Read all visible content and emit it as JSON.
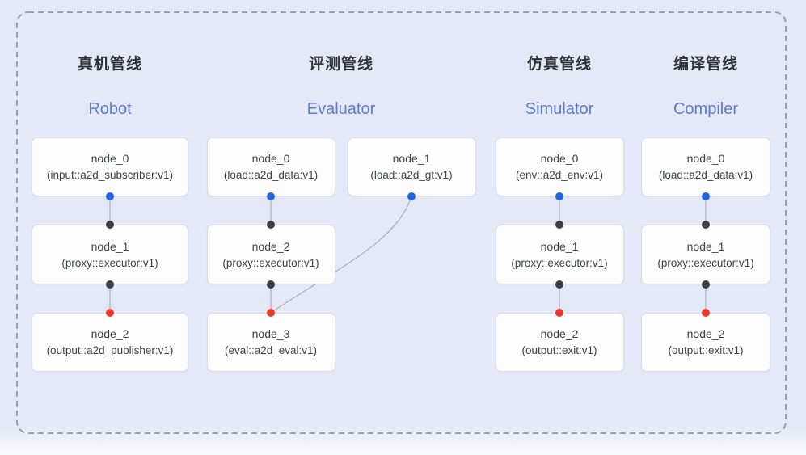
{
  "diagram": {
    "pipelines": [
      {
        "title_zh": "真机管线",
        "title_en": "Robot",
        "nodes": [
          {
            "name": "node_0",
            "type": "(input::a2d_subscriber:v1)",
            "col": 0,
            "row": 0
          },
          {
            "name": "node_1",
            "type": "(proxy::executor:v1)",
            "col": 0,
            "row": 1
          },
          {
            "name": "node_2",
            "type": "(output::a2d_publisher:v1)",
            "col": 0,
            "row": 2
          }
        ],
        "edges": [
          {
            "from": 0,
            "to": 1
          },
          {
            "from": 1,
            "to": 2
          }
        ]
      },
      {
        "title_zh": "评测管线",
        "title_en": "Evaluator",
        "nodes": [
          {
            "name": "node_0",
            "type": "(load::a2d_data:v1)",
            "col": 0,
            "row": 0
          },
          {
            "name": "node_1",
            "type": "(load::a2d_gt:v1)",
            "col": 1,
            "row": 0
          },
          {
            "name": "node_2",
            "type": "(proxy::executor:v1)",
            "col": 0,
            "row": 1
          },
          {
            "name": "node_3",
            "type": "(eval::a2d_eval:v1)",
            "col": 0,
            "row": 2
          }
        ],
        "edges": [
          {
            "from": 0,
            "to": 2
          },
          {
            "from": 2,
            "to": 3
          },
          {
            "from": 1,
            "to": 3,
            "curve": true
          }
        ]
      },
      {
        "title_zh": "仿真管线",
        "title_en": "Simulator",
        "nodes": [
          {
            "name": "node_0",
            "type": "(env::a2d_env:v1)",
            "col": 0,
            "row": 0
          },
          {
            "name": "node_1",
            "type": "(proxy::executor:v1)",
            "col": 0,
            "row": 1
          },
          {
            "name": "node_2",
            "type": "(output::exit:v1)",
            "col": 0,
            "row": 2
          }
        ],
        "edges": [
          {
            "from": 0,
            "to": 1
          },
          {
            "from": 1,
            "to": 2
          }
        ]
      },
      {
        "title_zh": "编译管线",
        "title_en": "Compiler",
        "nodes": [
          {
            "name": "node_0",
            "type": "(load::a2d_data:v1)",
            "col": 0,
            "row": 0
          },
          {
            "name": "node_1",
            "type": "(proxy::executor:v1)",
            "col": 0,
            "row": 1
          },
          {
            "name": "node_2",
            "type": "(output::exit:v1)",
            "col": 0,
            "row": 2
          }
        ],
        "edges": [
          {
            "from": 0,
            "to": 1
          },
          {
            "from": 1,
            "to": 2
          }
        ]
      }
    ],
    "colors": {
      "background": "#e5e9f7",
      "box_bg": "#fdfdfe",
      "box_border": "#d9dce2",
      "dash_border": "#9aa0ab",
      "edge_line": "#a7aebb",
      "blue_dot": "#2166e0",
      "dark_dot": "#3c3f45",
      "red_dot": "#e83b2c",
      "title_zh_color": "#2f3237",
      "title_en_color": "#5d7bd0",
      "node_text_color": "#3e4146"
    }
  }
}
